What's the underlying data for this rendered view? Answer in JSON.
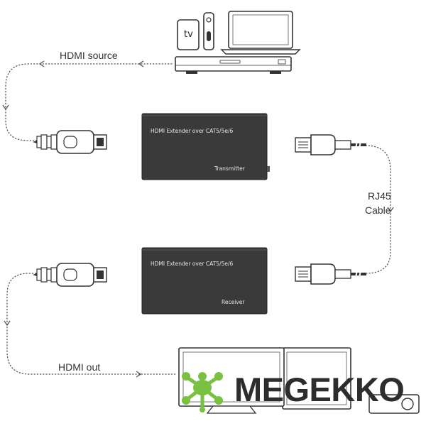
{
  "labels": {
    "hdmi_source": "HDMI source",
    "rj45_line1": "RJ45",
    "rj45_line2": "Cable",
    "hdmi_out": "HDMI out"
  },
  "transmitter": {
    "title": "HDMI Extender over CAT5/5e/6",
    "role": "Transmitter"
  },
  "receiver": {
    "title": "HDMI Extender over CAT5/5e/6",
    "role": "Receiver"
  },
  "source_devices": {
    "tv_box_text": "tv"
  },
  "brand": {
    "name": "MEGEKKO",
    "logo_color": "#7ac143"
  },
  "colors": {
    "line": "#555555",
    "device_body": "#3a3a3a",
    "outline": "#333333"
  }
}
